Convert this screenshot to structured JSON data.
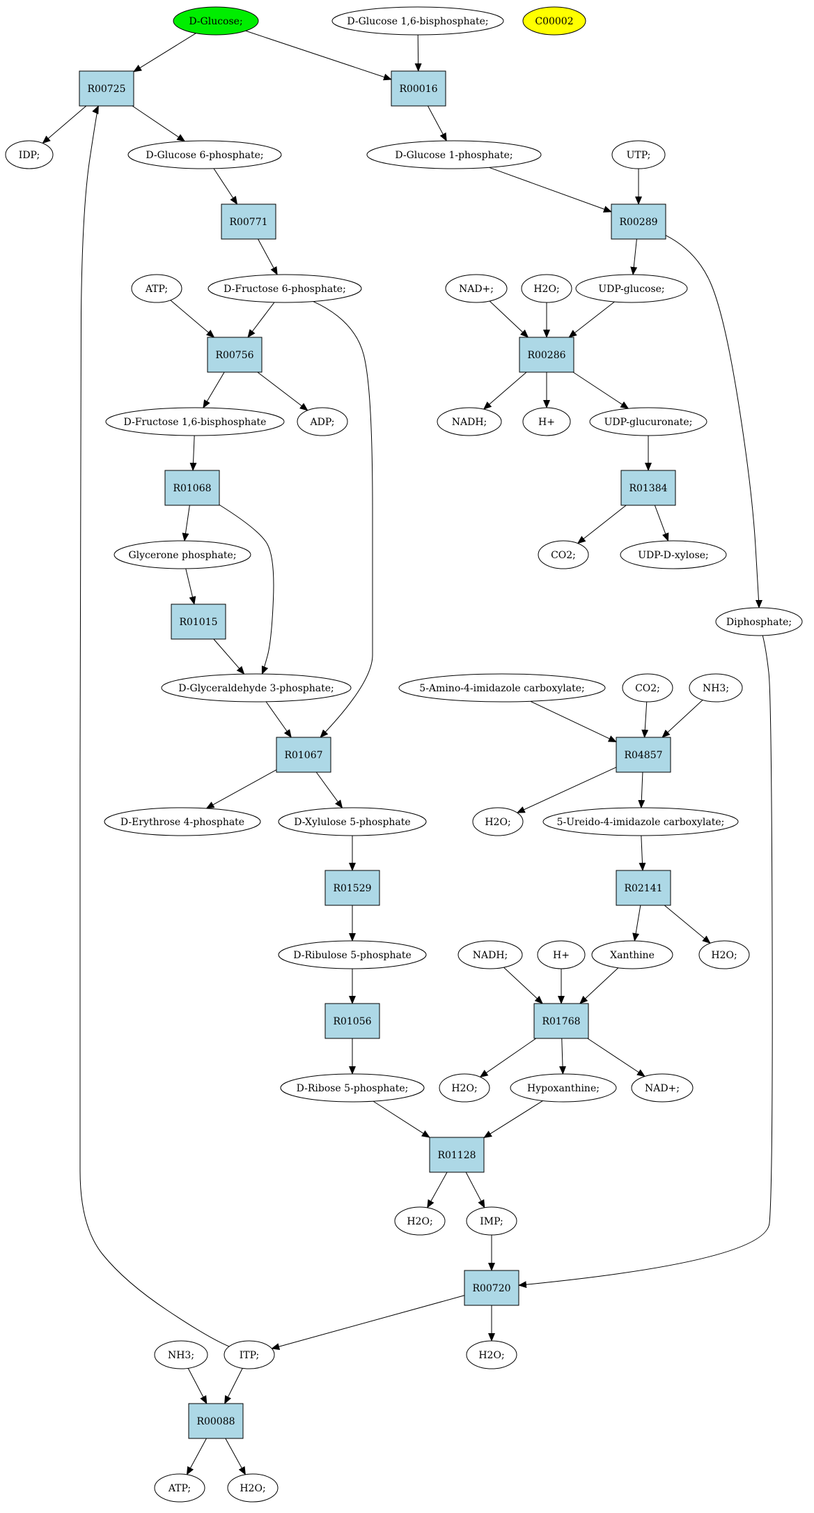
{
  "colors": {
    "source_compound": "#00ee00",
    "highlight_compound": "#ffff00",
    "reaction": "#add8e6",
    "compound": "#ffffff",
    "stroke": "#000000"
  },
  "nodes": [
    {
      "id": "dglucose",
      "kind": "compound",
      "style": "source",
      "label": "D-Glucose;"
    },
    {
      "id": "dg16bp",
      "kind": "compound",
      "label": "D-Glucose 1,6-bisphosphate;"
    },
    {
      "id": "c00002",
      "kind": "compound",
      "style": "highlight",
      "label": "C00002"
    },
    {
      "id": "r00725",
      "kind": "reaction",
      "label": "R00725"
    },
    {
      "id": "r00016",
      "kind": "reaction",
      "label": "R00016"
    },
    {
      "id": "idp",
      "kind": "compound",
      "label": "IDP;"
    },
    {
      "id": "dg6p",
      "kind": "compound",
      "label": "D-Glucose 6-phosphate;"
    },
    {
      "id": "dg1p",
      "kind": "compound",
      "label": "D-Glucose 1-phosphate;"
    },
    {
      "id": "utp",
      "kind": "compound",
      "label": "UTP;"
    },
    {
      "id": "r00771",
      "kind": "reaction",
      "label": "R00771"
    },
    {
      "id": "r00289",
      "kind": "reaction",
      "label": "R00289"
    },
    {
      "id": "atp1",
      "kind": "compound",
      "label": "ATP;"
    },
    {
      "id": "df6p",
      "kind": "compound",
      "label": "D-Fructose 6-phosphate;"
    },
    {
      "id": "nadp1",
      "kind": "compound",
      "label": "NAD+;"
    },
    {
      "id": "h2o_top",
      "kind": "compound",
      "label": "H2O;"
    },
    {
      "id": "udpglc",
      "kind": "compound",
      "label": "UDP-glucose;"
    },
    {
      "id": "r00756",
      "kind": "reaction",
      "label": "R00756"
    },
    {
      "id": "r00286",
      "kind": "reaction",
      "label": "R00286"
    },
    {
      "id": "df16bp",
      "kind": "compound",
      "label": "D-Fructose 1,6-bisphosphate"
    },
    {
      "id": "adp",
      "kind": "compound",
      "label": "ADP;"
    },
    {
      "id": "nadh1",
      "kind": "compound",
      "label": "NADH;"
    },
    {
      "id": "hplus1",
      "kind": "compound",
      "label": "H+"
    },
    {
      "id": "udpglcn",
      "kind": "compound",
      "label": "UDP-glucuronate;"
    },
    {
      "id": "r01068",
      "kind": "reaction",
      "label": "R01068"
    },
    {
      "id": "r01384",
      "kind": "reaction",
      "label": "R01384"
    },
    {
      "id": "glycp",
      "kind": "compound",
      "label": "Glycerone phosphate;"
    },
    {
      "id": "co2a",
      "kind": "compound",
      "label": "CO2;"
    },
    {
      "id": "udpxyl",
      "kind": "compound",
      "label": "UDP-D-xylose;"
    },
    {
      "id": "r01015",
      "kind": "reaction",
      "label": "R01015"
    },
    {
      "id": "diphos",
      "kind": "compound",
      "label": "Diphosphate;"
    },
    {
      "id": "dgap",
      "kind": "compound",
      "label": "D-Glyceraldehyde 3-phosphate;"
    },
    {
      "id": "aic",
      "kind": "compound",
      "label": "5-Amino-4-imidazole carboxylate;"
    },
    {
      "id": "co2b",
      "kind": "compound",
      "label": "CO2;"
    },
    {
      "id": "nh3a",
      "kind": "compound",
      "label": "NH3;"
    },
    {
      "id": "r01067",
      "kind": "reaction",
      "label": "R01067"
    },
    {
      "id": "r04857",
      "kind": "reaction",
      "label": "R04857"
    },
    {
      "id": "de4p",
      "kind": "compound",
      "label": "D-Erythrose 4-phosphate"
    },
    {
      "id": "dx5p",
      "kind": "compound",
      "label": "D-Xylulose 5-phosphate"
    },
    {
      "id": "h2o_b",
      "kind": "compound",
      "label": "H2O;"
    },
    {
      "id": "uic",
      "kind": "compound",
      "label": "5-Ureido-4-imidazole carboxylate;"
    },
    {
      "id": "r01529",
      "kind": "reaction",
      "label": "R01529"
    },
    {
      "id": "r02141",
      "kind": "reaction",
      "label": "R02141"
    },
    {
      "id": "dru5p",
      "kind": "compound",
      "label": "D-Ribulose 5-phosphate"
    },
    {
      "id": "nadh2",
      "kind": "compound",
      "label": "NADH;"
    },
    {
      "id": "hplus2",
      "kind": "compound",
      "label": "H+"
    },
    {
      "id": "xan",
      "kind": "compound",
      "label": "Xanthine"
    },
    {
      "id": "h2o_c",
      "kind": "compound",
      "label": "H2O;"
    },
    {
      "id": "r01056",
      "kind": "reaction",
      "label": "R01056"
    },
    {
      "id": "r01768",
      "kind": "reaction",
      "label": "R01768"
    },
    {
      "id": "dr5p",
      "kind": "compound",
      "label": "D-Ribose 5-phosphate;"
    },
    {
      "id": "h2o_d",
      "kind": "compound",
      "label": "H2O;"
    },
    {
      "id": "hypx",
      "kind": "compound",
      "label": "Hypoxanthine;"
    },
    {
      "id": "nadp2",
      "kind": "compound",
      "label": "NAD+;"
    },
    {
      "id": "r01128",
      "kind": "reaction",
      "label": "R01128"
    },
    {
      "id": "h2o_e",
      "kind": "compound",
      "label": "H2O;"
    },
    {
      "id": "imp",
      "kind": "compound",
      "label": "IMP;"
    },
    {
      "id": "r00720",
      "kind": "reaction",
      "label": "R00720"
    },
    {
      "id": "nh3b",
      "kind": "compound",
      "label": "NH3;"
    },
    {
      "id": "itp",
      "kind": "compound",
      "label": "ITP;"
    },
    {
      "id": "h2o_f",
      "kind": "compound",
      "label": "H2O;"
    },
    {
      "id": "r00088",
      "kind": "reaction",
      "label": "R00088"
    },
    {
      "id": "atp2",
      "kind": "compound",
      "label": "ATP;"
    },
    {
      "id": "h2o_g",
      "kind": "compound",
      "label": "H2O;"
    }
  ],
  "edges": [
    [
      "dglucose",
      "r00725"
    ],
    [
      "dglucose",
      "r00016"
    ],
    [
      "dg16bp",
      "r00016"
    ],
    [
      "r00725",
      "idp"
    ],
    [
      "r00725",
      "dg6p"
    ],
    [
      "r00016",
      "dg1p"
    ],
    [
      "dg6p",
      "r00771"
    ],
    [
      "dg1p",
      "r00289"
    ],
    [
      "utp",
      "r00289"
    ],
    [
      "r00771",
      "df6p"
    ],
    [
      "r00289",
      "udpglc"
    ],
    [
      "r00289",
      "diphos"
    ],
    [
      "atp1",
      "r00756"
    ],
    [
      "df6p",
      "r00756"
    ],
    [
      "df6p",
      "r01067"
    ],
    [
      "nadp1",
      "r00286"
    ],
    [
      "h2o_top",
      "r00286"
    ],
    [
      "udpglc",
      "r00286"
    ],
    [
      "r00756",
      "df16bp"
    ],
    [
      "r00756",
      "adp"
    ],
    [
      "r00286",
      "nadh1"
    ],
    [
      "r00286",
      "hplus1"
    ],
    [
      "r00286",
      "udpglcn"
    ],
    [
      "df16bp",
      "r01068"
    ],
    [
      "udpglcn",
      "r01384"
    ],
    [
      "r01068",
      "glycp"
    ],
    [
      "r01068",
      "dgap"
    ],
    [
      "r01384",
      "co2a"
    ],
    [
      "r01384",
      "udpxyl"
    ],
    [
      "glycp",
      "r01015"
    ],
    [
      "r01015",
      "dgap"
    ],
    [
      "dgap",
      "r01067"
    ],
    [
      "aic",
      "r04857"
    ],
    [
      "co2b",
      "r04857"
    ],
    [
      "nh3a",
      "r04857"
    ],
    [
      "r01067",
      "de4p"
    ],
    [
      "r01067",
      "dx5p"
    ],
    [
      "r04857",
      "h2o_b"
    ],
    [
      "r04857",
      "uic"
    ],
    [
      "dx5p",
      "r01529"
    ],
    [
      "uic",
      "r02141"
    ],
    [
      "r01529",
      "dru5p"
    ],
    [
      "r02141",
      "xan"
    ],
    [
      "r02141",
      "h2o_c"
    ],
    [
      "dru5p",
      "r01056"
    ],
    [
      "nadh2",
      "r01768"
    ],
    [
      "hplus2",
      "r01768"
    ],
    [
      "xan",
      "r01768"
    ],
    [
      "r01056",
      "dr5p"
    ],
    [
      "r01768",
      "h2o_d"
    ],
    [
      "r01768",
      "hypx"
    ],
    [
      "r01768",
      "nadp2"
    ],
    [
      "dr5p",
      "r01128"
    ],
    [
      "hypx",
      "r01128"
    ],
    [
      "r01128",
      "h2o_e"
    ],
    [
      "r01128",
      "imp"
    ],
    [
      "imp",
      "r00720"
    ],
    [
      "diphos",
      "r00720"
    ],
    [
      "r00720",
      "itp"
    ],
    [
      "r00720",
      "h2o_f"
    ],
    [
      "nh3b",
      "r00088"
    ],
    [
      "itp",
      "r00088"
    ],
    [
      "itp",
      "r00725"
    ],
    [
      "r00088",
      "atp2"
    ],
    [
      "r00088",
      "h2o_g"
    ]
  ]
}
